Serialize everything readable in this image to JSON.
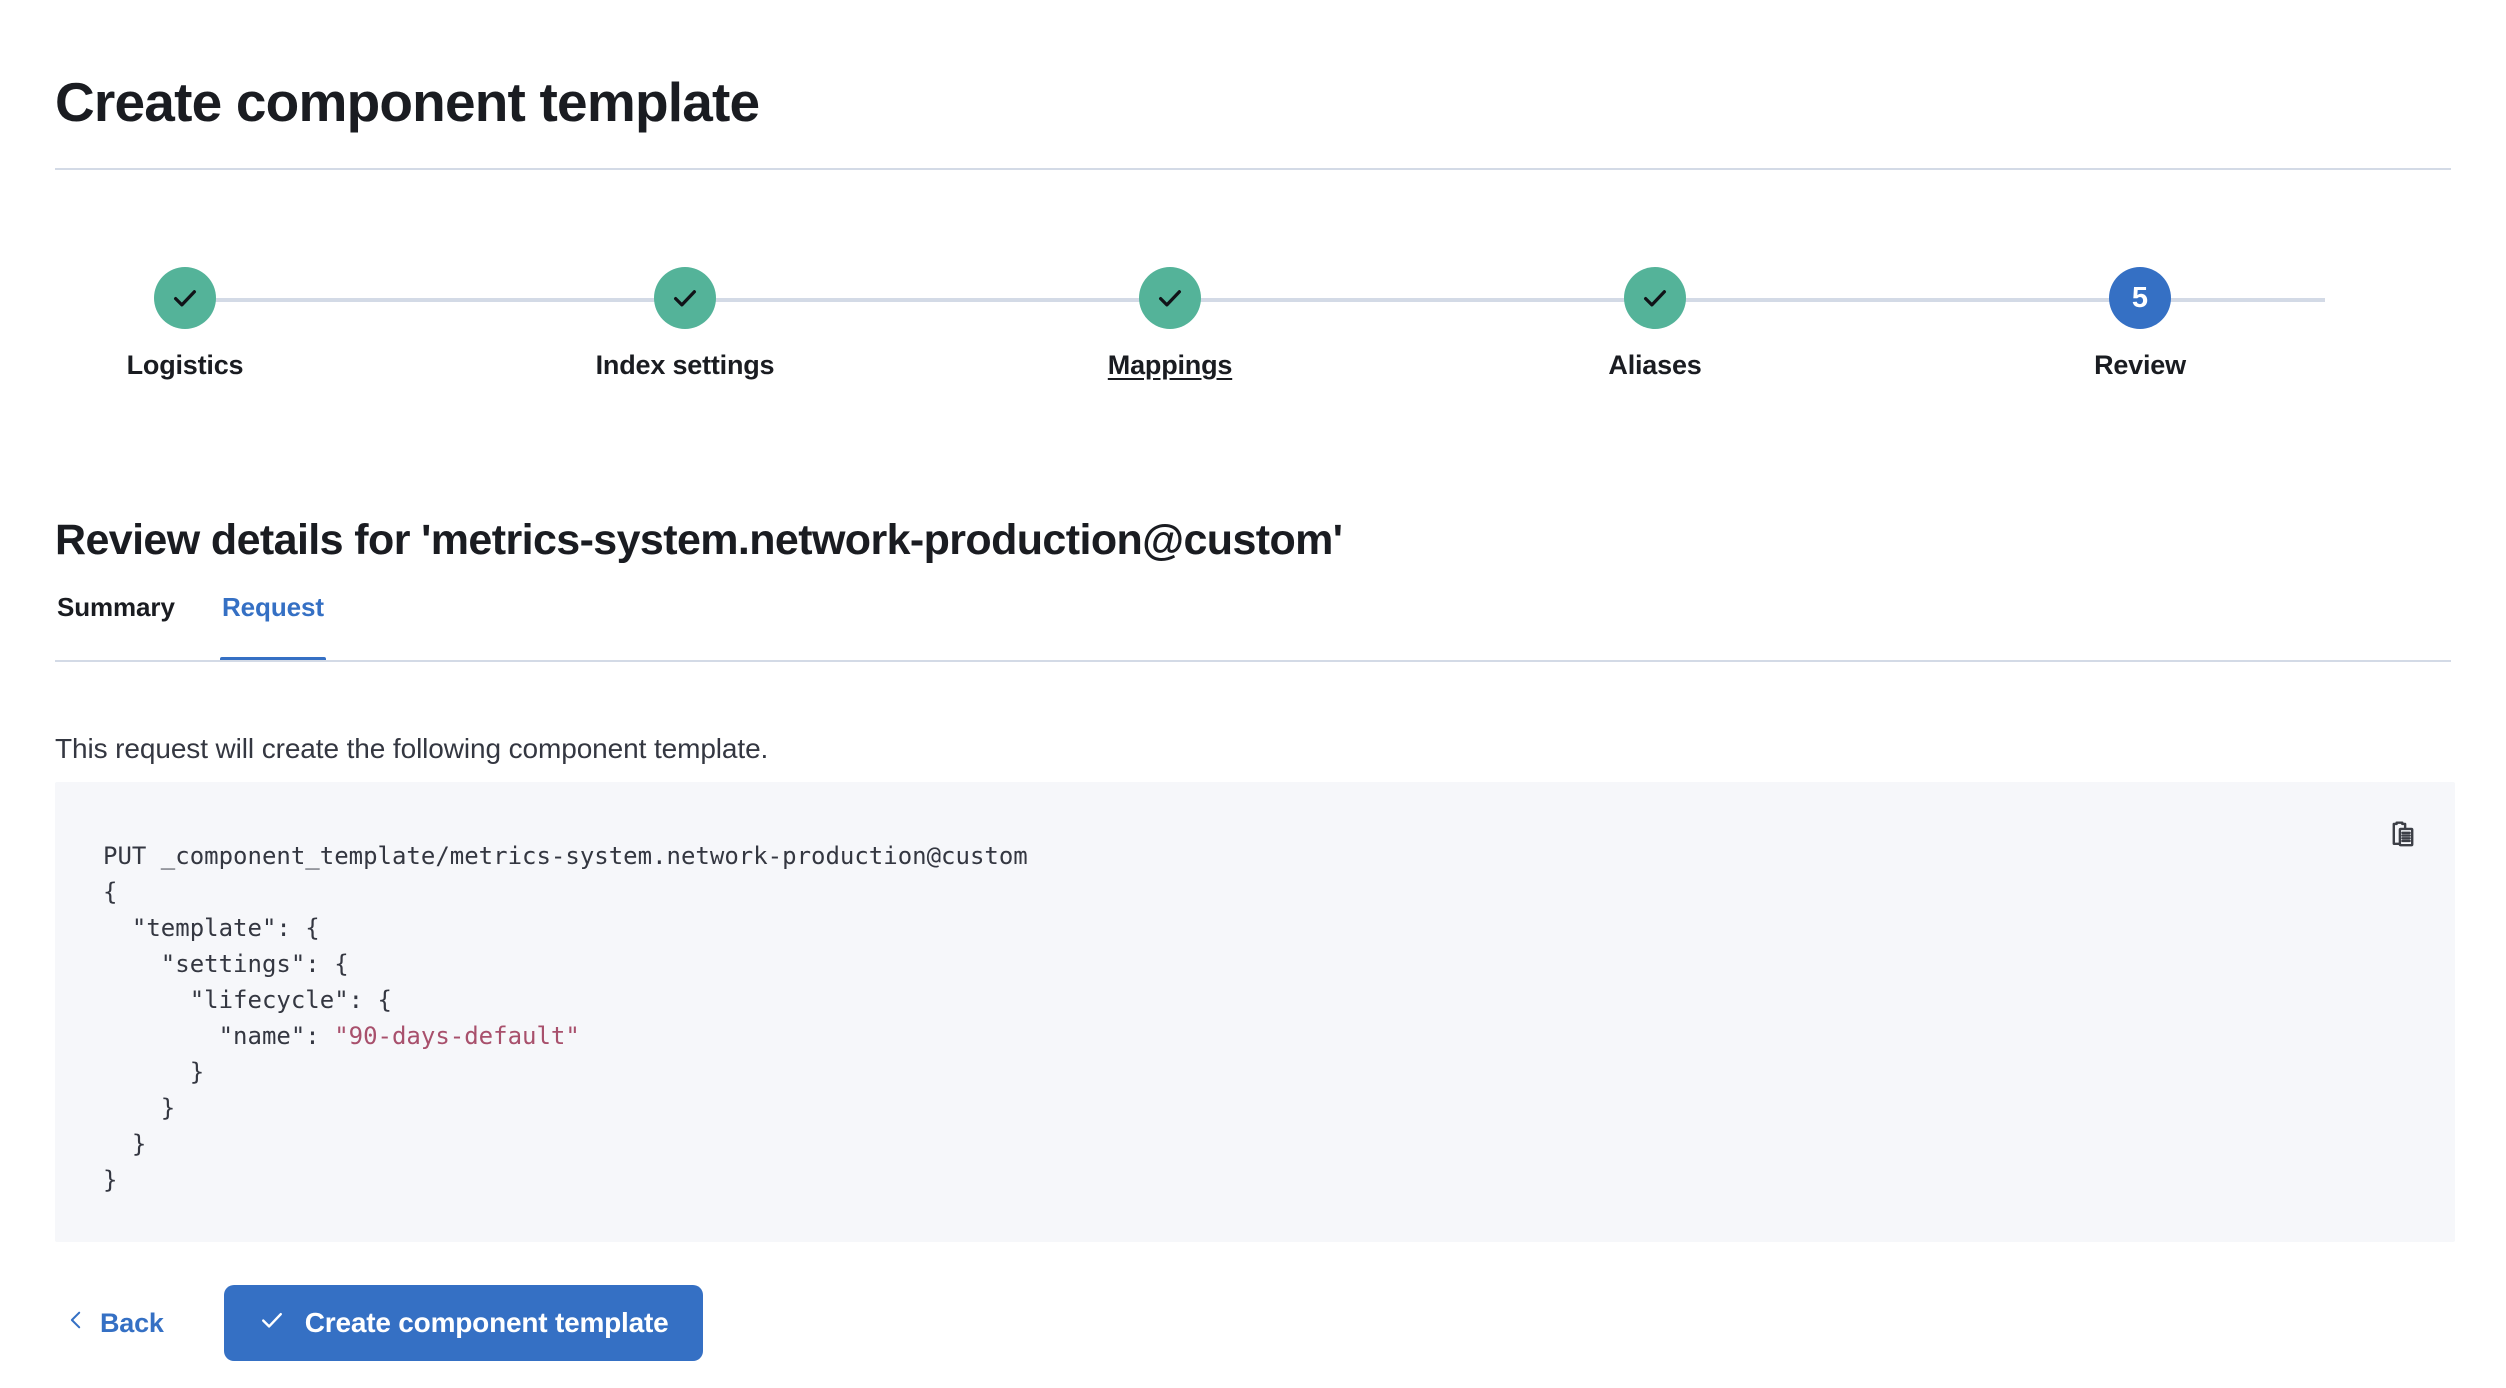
{
  "header": {
    "title": "Create component template"
  },
  "stepper": {
    "steps": [
      {
        "label": "Logistics",
        "state": "done",
        "icon": "check-icon",
        "number": "1",
        "underlined": false
      },
      {
        "label": "Index settings",
        "state": "done",
        "icon": "check-icon",
        "number": "2",
        "underlined": false
      },
      {
        "label": "Mappings",
        "state": "done",
        "icon": "check-icon",
        "number": "3",
        "underlined": true
      },
      {
        "label": "Aliases",
        "state": "done",
        "icon": "check-icon",
        "number": "4",
        "underlined": false
      },
      {
        "label": "Review",
        "state": "current",
        "icon": "step-number",
        "number": "5",
        "underlined": false
      }
    ],
    "colors": {
      "done": "#54b399",
      "current": "#3570c4",
      "line": "#d3dae6"
    }
  },
  "review": {
    "heading": "Review details for 'metrics-system.network-production@custom'",
    "tabs": [
      {
        "label": "Summary",
        "active": false
      },
      {
        "label": "Request",
        "active": true
      }
    ],
    "description": "This request will create the following component template.",
    "copy_icon": "copy-clipboard-icon",
    "code": {
      "method_line": "PUT _component_template/metrics-system.network-production@custom",
      "lines": [
        "{",
        "  \"template\": {",
        "    \"settings\": {",
        "      \"lifecycle\": {",
        "        \"name\": ",
        "      }",
        "    }",
        "  }",
        "}"
      ],
      "string_value": "\"90-days-default\"",
      "string_color": "#a8506c",
      "full_text": "PUT _component_template/metrics-system.network-production@custom\n{\n  \"template\": {\n    \"settings\": {\n      \"lifecycle\": {\n        \"name\": \"90-days-default\"\n      }\n    }\n  }\n}"
    }
  },
  "footer": {
    "back_label": "Back",
    "back_icon": "chevron-left-icon",
    "submit_label": "Create component template",
    "submit_icon": "check-icon",
    "submit_color": "#3570c4"
  }
}
